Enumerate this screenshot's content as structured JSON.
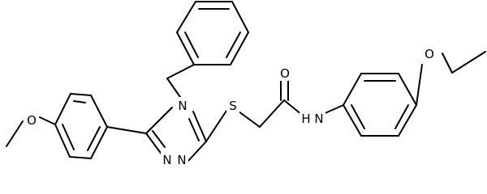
{
  "structure": {
    "atoms": [
      {
        "id": "O_ether_left",
        "label": "O"
      },
      {
        "id": "N_triazole_4",
        "label": "N"
      },
      {
        "id": "S_thioether",
        "label": "S"
      },
      {
        "id": "O_carbonyl",
        "label": "O"
      },
      {
        "id": "N_amide",
        "label": "N"
      },
      {
        "id": "H_amide",
        "label": "H"
      },
      {
        "id": "O_ether_right",
        "label": "O"
      },
      {
        "id": "N_triazole_1",
        "label": "N"
      },
      {
        "id": "N_triazole_2",
        "label": "N"
      }
    ]
  }
}
